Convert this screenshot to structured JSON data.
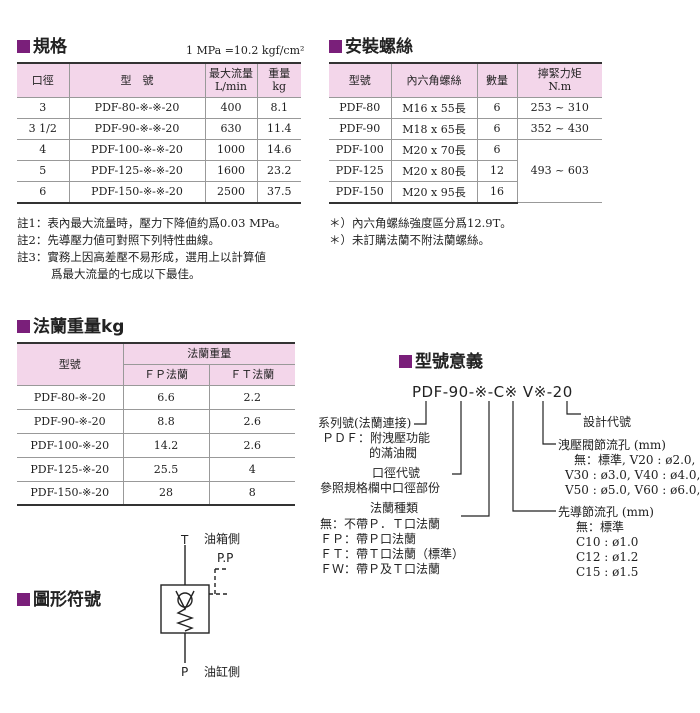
{
  "spec": {
    "title": "規格",
    "unit_note": "1 MPa =10.2 kgf/cm²",
    "headers": [
      "口徑",
      "型　號",
      "最大流量",
      "L/min",
      "重量",
      "kg"
    ],
    "rows": [
      [
        "3",
        "PDF-80-※-※-20",
        "400",
        "8.1"
      ],
      [
        "3 1/2",
        "PDF-90-※-※-20",
        "630",
        "11.4"
      ],
      [
        "4",
        "PDF-100-※-※-20",
        "1000",
        "14.6"
      ],
      [
        "5",
        "PDF-125-※-※-20",
        "1600",
        "23.2"
      ],
      [
        "6",
        "PDF-150-※-※-20",
        "2500",
        "37.5"
      ]
    ],
    "notes": [
      "註1：表內最大流量時，壓力下降値約爲0.03 MPa。",
      "註2：先導壓力値可對照下列特性曲線。",
      "註3：實務上因高差壓不易形成，選用上以計算値",
      "爲最大流量的七成以下最佳。"
    ]
  },
  "bolts": {
    "title": "安裝螺絲",
    "headers": [
      "型號",
      "內六角螺絲",
      "數量",
      "擰緊力矩",
      "N.m"
    ],
    "rows": [
      [
        "PDF-80",
        "M16 x 55長",
        "6",
        "253 ~ 310"
      ],
      [
        "PDF-90",
        "M18 x 65長",
        "6",
        "352 ~ 430"
      ],
      [
        "PDF-100",
        "M20 x 70長",
        "6",
        "493 ~ 603"
      ],
      [
        "PDF-125",
        "M20 x 80長",
        "12",
        ""
      ],
      [
        "PDF-150",
        "M20 x 95長",
        "16",
        ""
      ]
    ],
    "notes": [
      "＊）內六角螺絲強度區分爲12.9T。",
      "＊）未訂購法蘭不附法蘭螺絲。"
    ]
  },
  "flange": {
    "title": "法蘭重量kg",
    "headers": [
      "型號",
      "法蘭重量",
      "ＦＰ法蘭",
      "ＦＴ法蘭"
    ],
    "rows": [
      [
        "PDF-80-※-20",
        "6.6",
        "2.2"
      ],
      [
        "PDF-90-※-20",
        "8.8",
        "2.6"
      ],
      [
        "PDF-100-※-20",
        "14.2",
        "2.6"
      ],
      [
        "PDF-125-※-20",
        "25.5",
        "4"
      ],
      [
        "PDF-150-※-20",
        "28",
        "8"
      ]
    ]
  },
  "model": {
    "title": "型號意義",
    "code": "PDF-90-※-C※ V※-20",
    "design_code": "設計代號",
    "series_label": "系列號(法蘭連接)",
    "series_desc1": "ＰＤＦ：附洩壓功能",
    "series_desc2": "的滿油閥",
    "bore_label": "口徑代號",
    "bore_desc": "參照規格欄中口徑部份",
    "flange_label": "法蘭種類",
    "flange_items": [
      "無：不帶Ｐ．Ｔ口法蘭",
      "ＦＰ：帶Ｐ口法蘭",
      "ＦＴ：帶Ｔ口法蘭（標準）",
      "ＦＷ：帶Ｐ及Ｔ口法蘭"
    ],
    "relief_label": "洩壓閥節流孔 (mm)",
    "relief_items": [
      "無：標準, V20 : ø2.0,",
      "V30 : ø3.0,  V40 : ø4.0,",
      "V50 : ø5.0,  V60 : ø6.0,"
    ],
    "pilot_label": "先導節流孔 (mm)",
    "pilot_items": [
      "無：標準",
      "C10 : ø1.0",
      "C12 : ø1.2",
      "C15 : ø1.5"
    ]
  },
  "symbol": {
    "title": "圖形符號",
    "t_port": "T",
    "t_label": "油箱側",
    "pp_label": "P.P",
    "p_port": "P",
    "p_label": "油缸側"
  },
  "colors": {
    "accent": "#7a1f7a",
    "header_bg": "#f3d6ea"
  }
}
